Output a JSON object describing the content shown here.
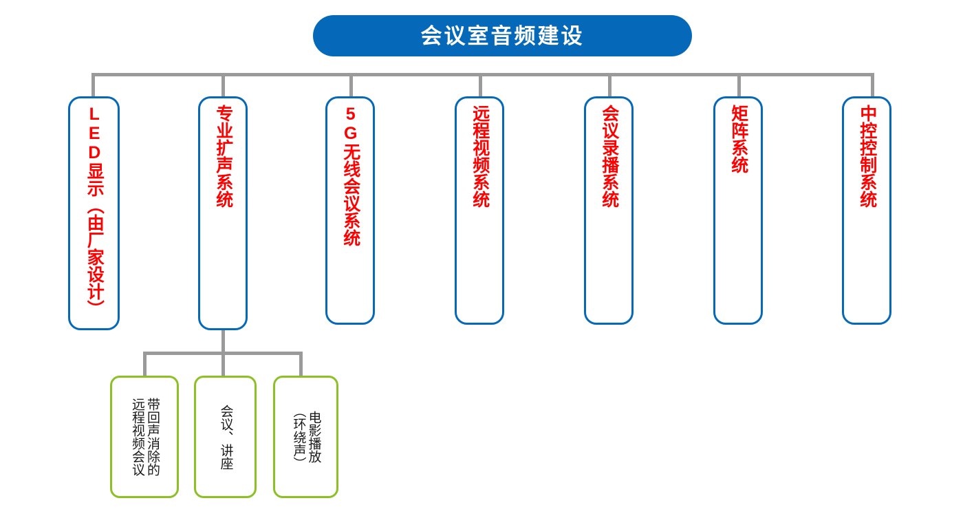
{
  "diagram": {
    "type": "org-chart",
    "orientation": "top-down",
    "title_node": {
      "label": "会议室音频建设",
      "fill_color": "#0568b8",
      "text_color": "#ffffff"
    },
    "colors": {
      "title_fill": "#0568b8",
      "level1_border": "#0568b8",
      "level1_text": "#ff0000",
      "level2_border": "#8cc024",
      "level2_text": "#1a1a1a",
      "connector": "#9a9a9a",
      "background": "#ffffff"
    },
    "level1_nodes": [
      {
        "label": "LED显示（由厂家设计）"
      },
      {
        "label": "专业扩声系统"
      },
      {
        "label": "5G无线会议系统"
      },
      {
        "label": "远程视频系统"
      },
      {
        "label": "会议录播系统"
      },
      {
        "label": "矩阵系统"
      },
      {
        "label": "中控控制系统"
      }
    ],
    "level2_parent": "专业扩声系统",
    "level2_nodes": [
      {
        "line1": "带回声消除的",
        "line2": "远程视频会议"
      },
      {
        "line1": "会议、讲座",
        "line2": ""
      },
      {
        "line1": "电影播放",
        "line2": "（环绕声）"
      }
    ]
  }
}
